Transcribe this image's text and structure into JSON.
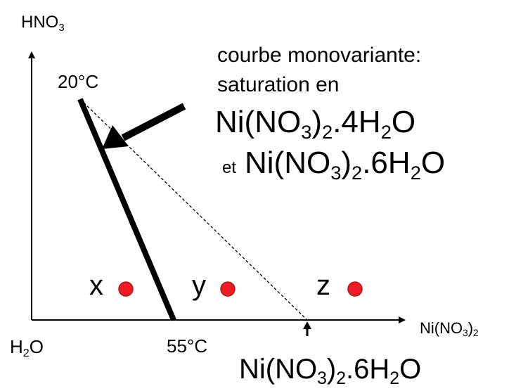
{
  "axes": {
    "y_label": {
      "base": "HNO",
      "sub": "3"
    },
    "x_label": {
      "a": "Ni(NO",
      "s1": "3",
      "b": ")",
      "s2": "2"
    },
    "origin_label": {
      "a": "H",
      "s": "2",
      "b": "O"
    }
  },
  "temperatures": {
    "top": "20°C",
    "bottom": "55°C"
  },
  "annotation": {
    "line1": "courbe monovariante:",
    "line2": "saturation en",
    "formula1": {
      "a": "Ni(NO",
      "s1": "3",
      "b": ")",
      "s2": "2",
      "c": ".4H",
      "s3": "2",
      "d": "O"
    },
    "et": "et",
    "formula2": {
      "a": "Ni(NO",
      "s1": "3",
      "b": ")",
      "s2": "2",
      "c": ".6H",
      "s3": "2",
      "d": "O"
    }
  },
  "bottom_formula": {
    "a": "Ni(NO",
    "s1": "3",
    "b": ")",
    "s2": "2",
    "c": ".6H",
    "s3": "2",
    "d": "O"
  },
  "points": [
    {
      "label": "x"
    },
    {
      "label": "y"
    },
    {
      "label": "z"
    }
  ],
  "colors": {
    "point_fill": "#ee1c25",
    "point_stroke": "#b0181e",
    "line": "#000000"
  }
}
